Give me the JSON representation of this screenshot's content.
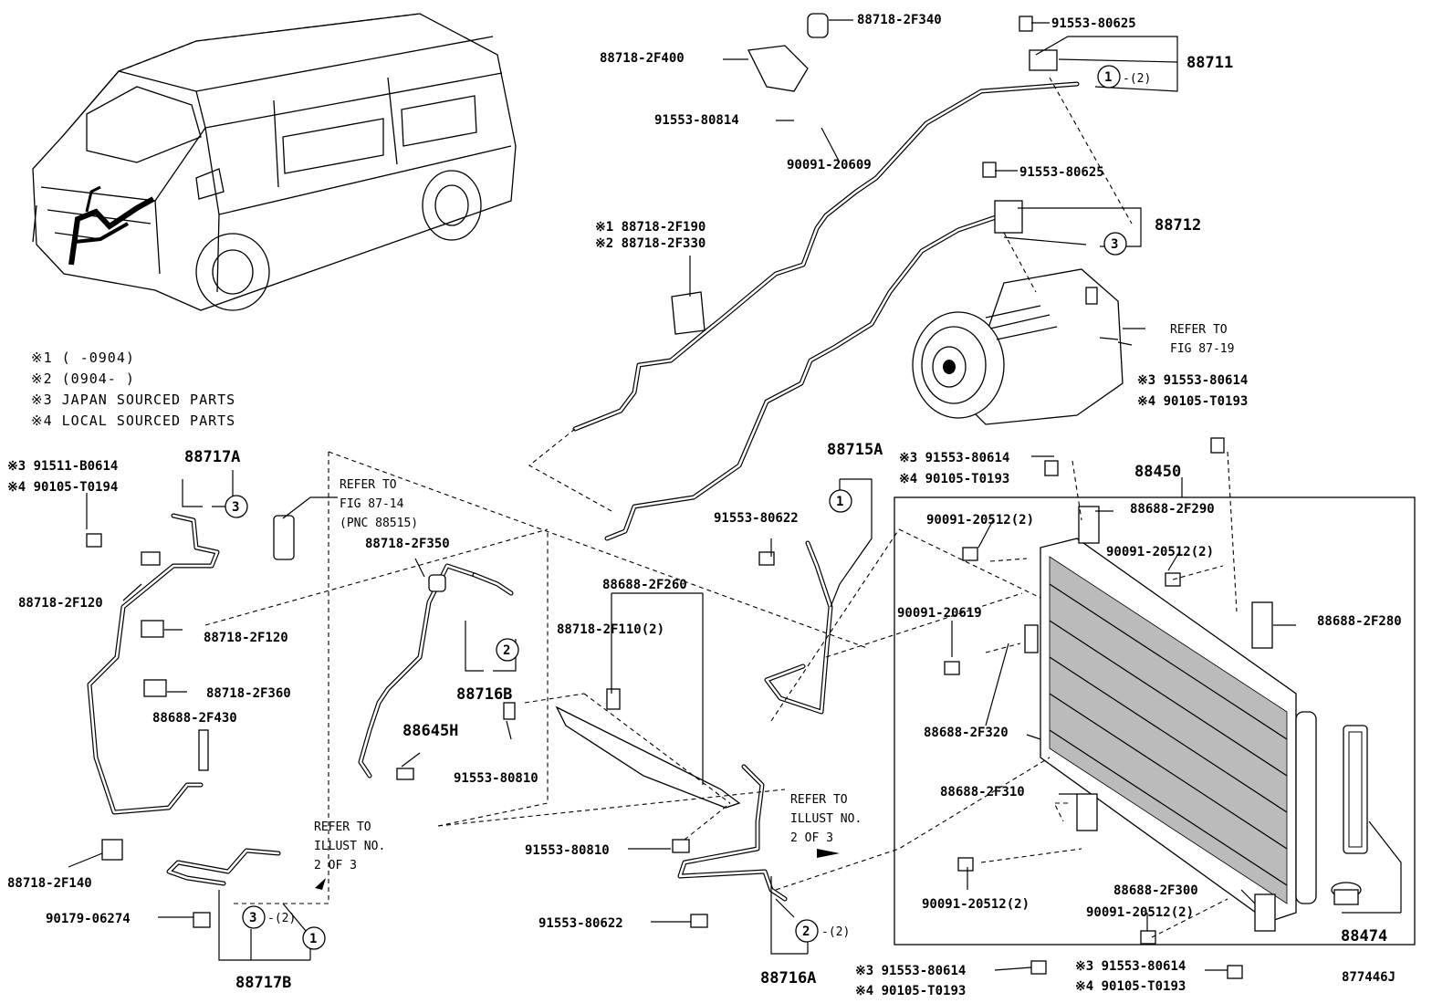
{
  "diagram_id": "877446J",
  "notes": [
    "※1 (      -0904)",
    "※2 (0904-      )",
    "※3 JAPAN SOURCED PARTS",
    "※4 LOCAL SOURCED PARTS"
  ],
  "refs": {
    "fig_87_19": [
      "REFER TO",
      "FIG 87-19"
    ],
    "fig_87_14": [
      "REFER TO",
      "FIG 87-14",
      "(PNC 88515)"
    ],
    "illust_left": [
      "REFER TO",
      "ILLUST NO.",
      "2 OF 3"
    ],
    "illust_right": [
      "REFER TO",
      "ILLUST NO.",
      "2 OF 3"
    ]
  },
  "callouts": [
    "1",
    "-(2)",
    "3",
    "1",
    "3",
    "2",
    "3",
    "-(2)",
    "1",
    "2",
    "-(2)"
  ],
  "assemblies": {
    "a88711": "88711",
    "a88712": "88712",
    "a88717A": "88717A",
    "a88715A": "88715A",
    "a88450": "88450",
    "a88716B": "88716B",
    "a88645H": "88645H",
    "a88717B": "88717B",
    "a88716A": "88716A",
    "a88474": "88474"
  },
  "labels": {
    "l88718_2F340": "88718-2F340",
    "l91553_80625_a": "91553-80625",
    "l88718_2F400": "88718-2F400",
    "l91553_80814": "91553-80814",
    "l90091_20609": "90091-20609",
    "l91553_80625_b": "91553-80625",
    "l88718_2F190": "※1 88718-2F190",
    "l88718_2F330": "※2 88718-2F330",
    "l91553_80614_a": "※3 91553-80614",
    "l90105_T0193_a": "※4 90105-T0193",
    "l91511_B0614": "※3 91511-B0614",
    "l90105_T0194": "※4 90105-T0194",
    "l91553_80614_b": "※3 91553-80614",
    "l90105_T0193_b": "※4 90105-T0193",
    "l91553_80622_a": "91553-80622",
    "l88688_2F290": "88688-2F290",
    "l90091_20512_a": "90091-20512(2)",
    "l90091_20512_b": "90091-20512(2)",
    "l88718_2F350": "88718-2F350",
    "l88718_2F120_a": "88718-2F120",
    "l88718_2F120_b": "88718-2F120",
    "l88688_2F260": "88688-2F260",
    "l90091_20619": "90091-20619",
    "l88688_2F280": "88688-2F280",
    "l88718_2F110": "88718-2F110(2)",
    "l88718_2F360": "88718-2F360",
    "l88688_2F430": "88688-2F430",
    "l88688_2F320": "88688-2F320",
    "l91553_80810_a": "91553-80810",
    "l88688_2F310": "88688-2F310",
    "l91553_80810_b": "91553-80810",
    "l88718_2F140": "88718-2F140",
    "l90091_20512_c": "90091-20512(2)",
    "l88688_2F300": "88688-2F300",
    "l90179_06274": "90179-06274",
    "l91553_80622_b": "91553-80622",
    "l90091_20512_d": "90091-20512(2)",
    "l91553_80614_c": "※3 91553-80614",
    "l90105_T0193_c": "※4 90105-T0193",
    "l91553_80614_d": "※3 91553-80614",
    "l90105_T0193_d": "※4 90105-T0193"
  }
}
